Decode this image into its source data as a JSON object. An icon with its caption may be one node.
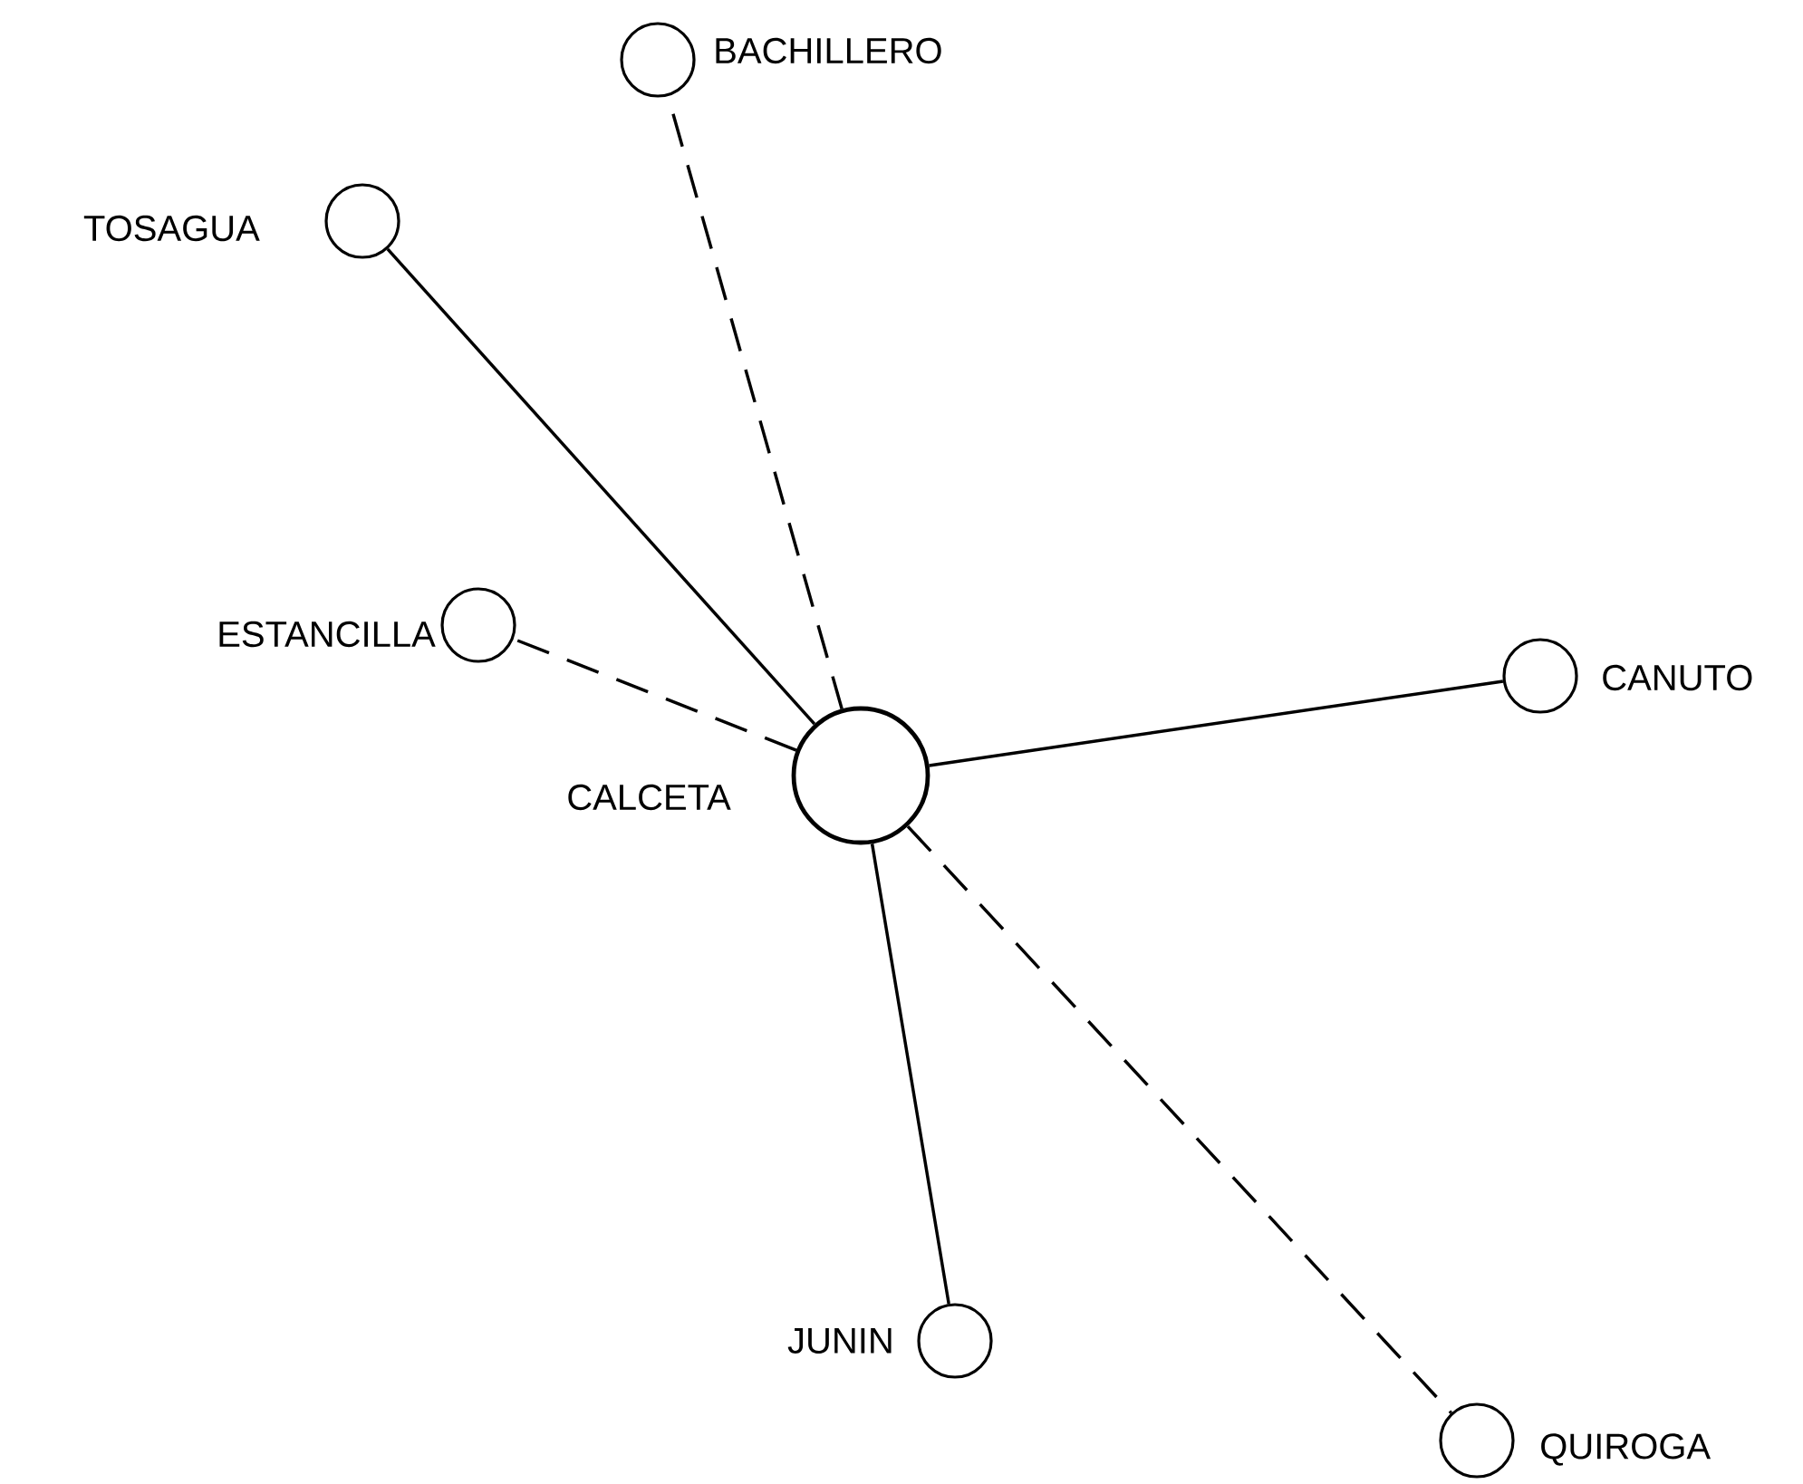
{
  "diagram": {
    "nodes": [
      {
        "text": [],
        "shape": "circle",
        "beside": [
          "CALCETA"
        ]
      },
      {
        "text": [],
        "shape": "circle",
        "beside": [
          "BACHILLERO"
        ]
      },
      {
        "text": [],
        "shape": "circle",
        "beside": [
          "TOSAGUA"
        ]
      },
      {
        "text": [],
        "shape": "circle",
        "beside": [
          "ESTANCILLA"
        ]
      },
      {
        "text": [],
        "shape": "circle",
        "beside": [
          "CANUTO"
        ]
      },
      {
        "text": [],
        "shape": "circle",
        "beside": [
          "JUNIN"
        ]
      },
      {
        "text": [],
        "shape": "circle",
        "beside": [
          "QUIROGA"
        ]
      }
    ],
    "edges": [
      {
        "from": 0,
        "to": 1,
        "arrow": "none",
        "style": "dashed"
      },
      {
        "from": 0,
        "to": 2,
        "arrow": "none"
      },
      {
        "from": 0,
        "to": 3,
        "arrow": "none",
        "style": "dashed"
      },
      {
        "from": 0,
        "to": 4,
        "arrow": "none"
      },
      {
        "from": 0,
        "to": 5,
        "arrow": "none"
      },
      {
        "from": 0,
        "to": 6,
        "arrow": "none",
        "style": "dashed"
      }
    ]
  }
}
